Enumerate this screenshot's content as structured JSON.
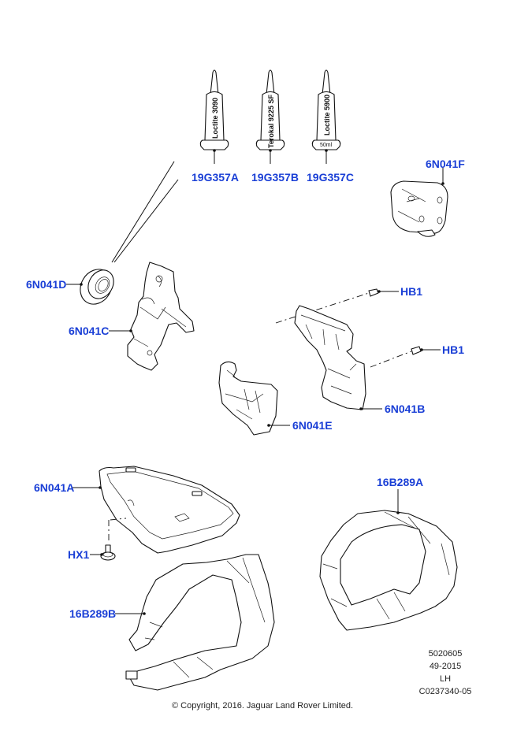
{
  "diagram": {
    "callouts": [
      {
        "id": "19G357A",
        "label": "19G357A"
      },
      {
        "id": "19G357B",
        "label": "19G357B"
      },
      {
        "id": "19G357C",
        "label": "19G357C"
      },
      {
        "id": "6N041F",
        "label": "6N041F"
      },
      {
        "id": "6N041D",
        "label": "6N041D"
      },
      {
        "id": "6N041C",
        "label": "6N041C"
      },
      {
        "id": "HB1a",
        "label": "HB1"
      },
      {
        "id": "HB1b",
        "label": "HB1"
      },
      {
        "id": "6N041B",
        "label": "6N041B"
      },
      {
        "id": "6N041E",
        "label": "6N041E"
      },
      {
        "id": "6N041A",
        "label": "6N041A"
      },
      {
        "id": "16B289A",
        "label": "16B289A"
      },
      {
        "id": "HX1",
        "label": "HX1"
      },
      {
        "id": "16B289B",
        "label": "16B289B"
      }
    ],
    "tubes": [
      {
        "text": "Loctite 3090"
      },
      {
        "text": "Terokal 9225 SF"
      },
      {
        "text": "Loctite 5900",
        "volume": "50ml"
      }
    ],
    "info": {
      "line1": "5020605",
      "line2": "49-2015",
      "line3": "LH",
      "line4": "C0237340-05"
    },
    "copyright": "© Copyright, 2016. Jaguar Land Rover Limited.",
    "colors": {
      "callout": "#1a3fd6",
      "line": "#111111"
    }
  }
}
